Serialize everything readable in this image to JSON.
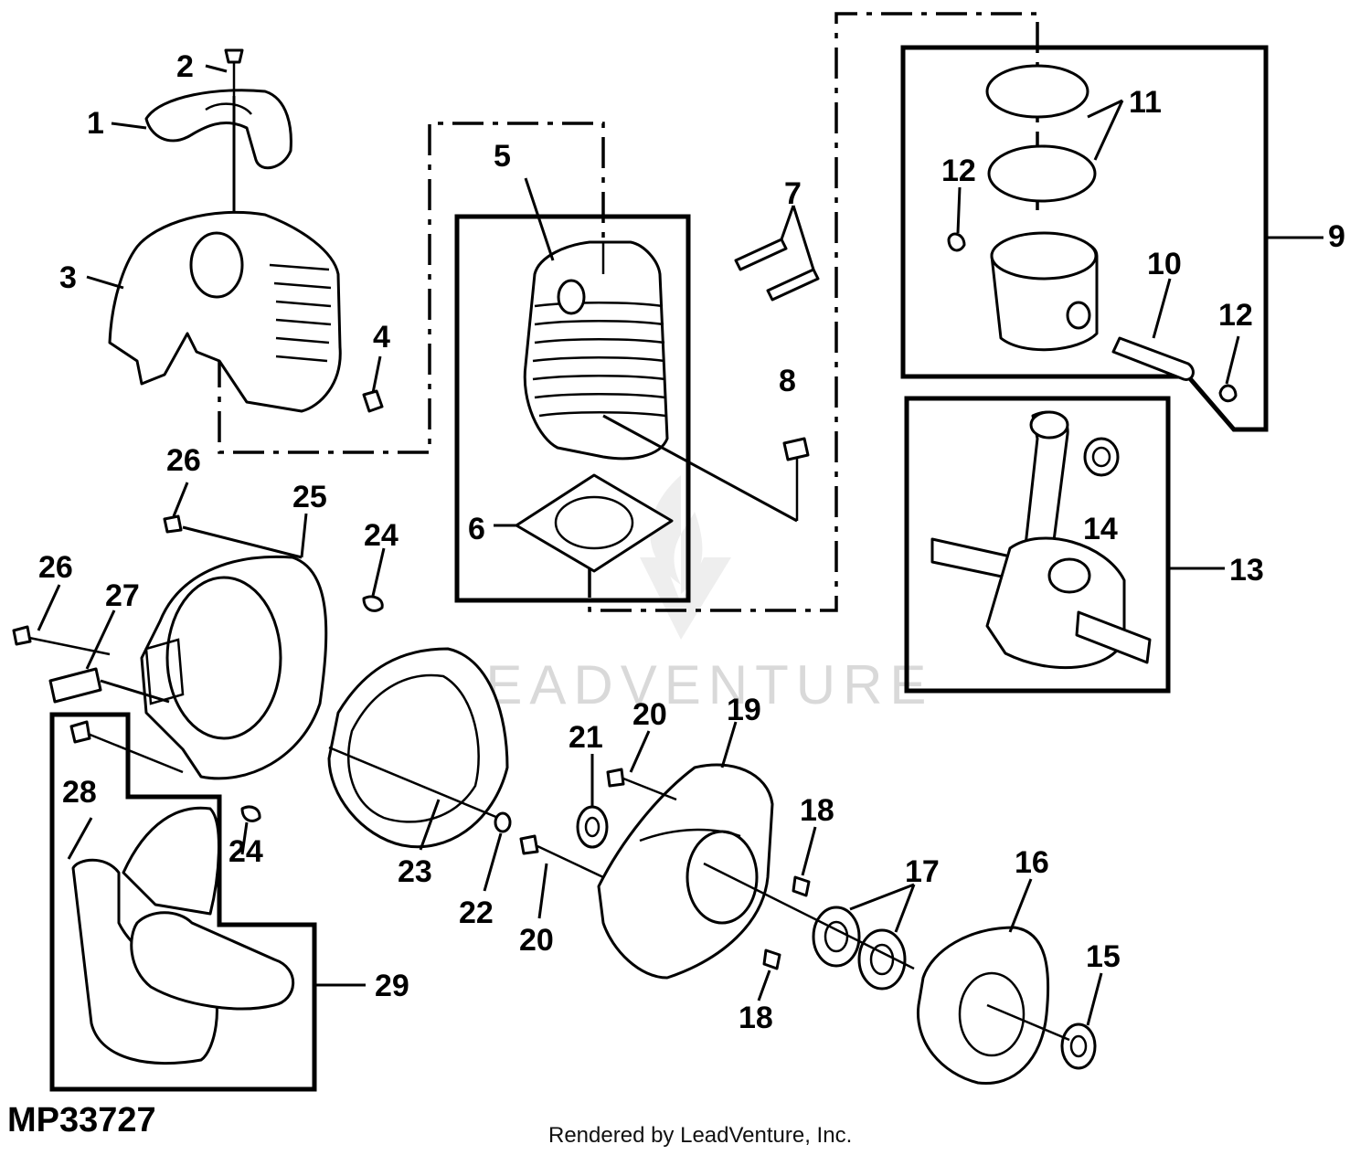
{
  "diagram": {
    "drawing_code": "MP33727",
    "credit": "Rendered by LeadVenture, Inc.",
    "watermark": "LEADVENTURE",
    "callouts": [
      "1",
      "2",
      "3",
      "4",
      "5",
      "6",
      "7",
      "8",
      "9",
      "10",
      "11",
      "12",
      "12",
      "13",
      "14",
      "15",
      "16",
      "17",
      "18",
      "18",
      "19",
      "20",
      "20",
      "21",
      "22",
      "23",
      "24",
      "24",
      "25",
      "26",
      "26",
      "27",
      "28",
      "29"
    ]
  }
}
